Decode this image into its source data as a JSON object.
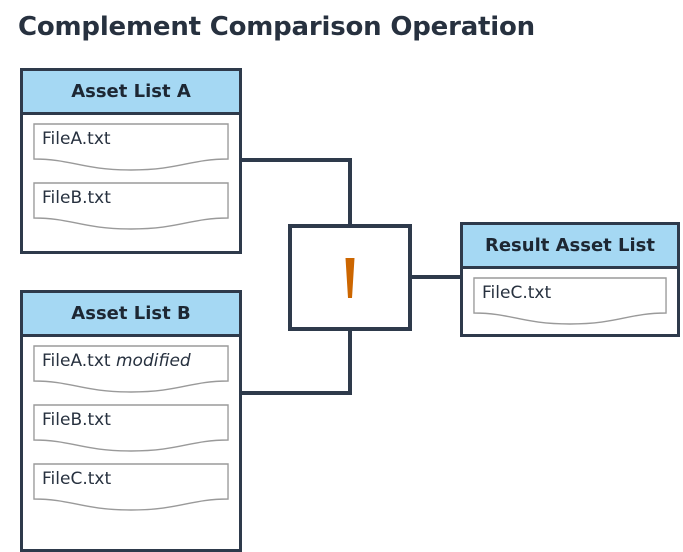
{
  "title": "Complement Comparison Operation",
  "colors": {
    "header_blue": "#a5d8f3",
    "border_dark": "#2e3a4b",
    "text_dark": "#27313f",
    "operation_accent": "#cc6600",
    "file_border": "#9a9a9a",
    "background": "#ffffff"
  },
  "lists": {
    "a": {
      "header": "Asset List A",
      "files": [
        {
          "name": "FileA.txt",
          "modifier": ""
        },
        {
          "name": "FileB.txt",
          "modifier": ""
        }
      ]
    },
    "b": {
      "header": "Asset List B",
      "files": [
        {
          "name": "FileA.txt",
          "modifier": "modified"
        },
        {
          "name": "FileB.txt",
          "modifier": ""
        },
        {
          "name": "FileC.txt",
          "modifier": ""
        }
      ]
    },
    "result": {
      "header": "Result Asset List",
      "files": [
        {
          "name": "FileC.txt",
          "modifier": ""
        }
      ]
    }
  },
  "operation": {
    "name": "complement-operation",
    "symbol": "wedge-marker"
  },
  "connectors": [
    {
      "name": "list-a-to-operation",
      "from": "Asset List A",
      "to": "Operation"
    },
    {
      "name": "list-b-to-operation",
      "from": "Asset List B",
      "to": "Operation"
    },
    {
      "name": "operation-to-result",
      "from": "Operation",
      "to": "Result Asset List"
    }
  ]
}
